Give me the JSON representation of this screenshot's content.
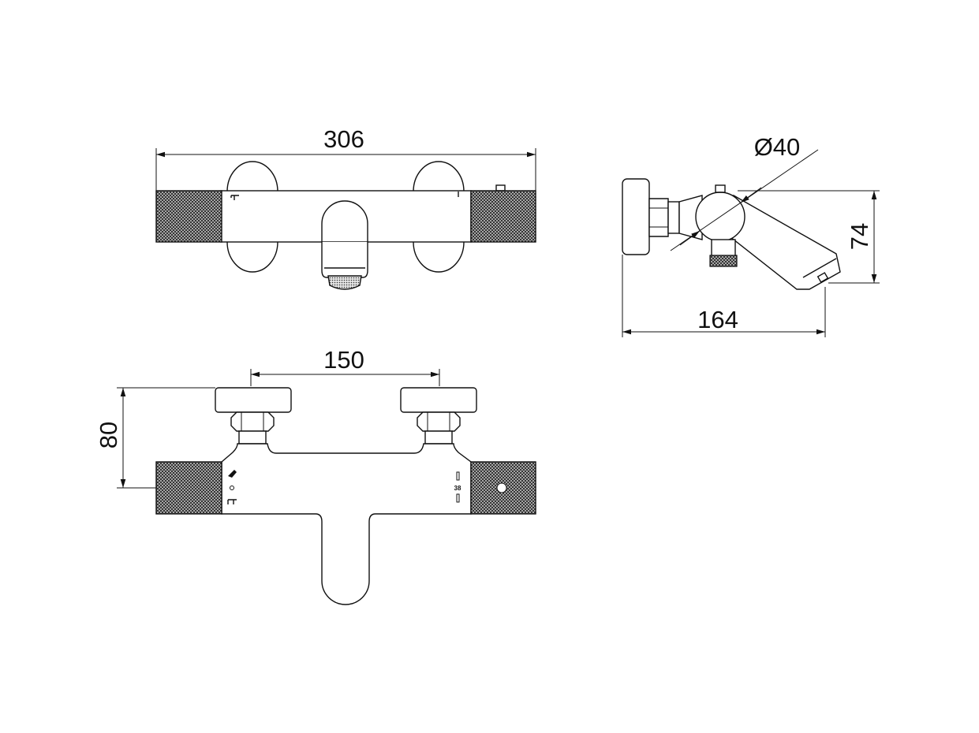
{
  "dimensions": {
    "overall_width": "306",
    "depth": "164",
    "height": "74",
    "diameter": "Ø40",
    "inlet_spacing": "150",
    "inlet_height": "80"
  },
  "markings": {
    "temperature": "38"
  },
  "colors": {
    "line": "#111111",
    "knurl": "#3a3a3a",
    "background": "#ffffff"
  }
}
